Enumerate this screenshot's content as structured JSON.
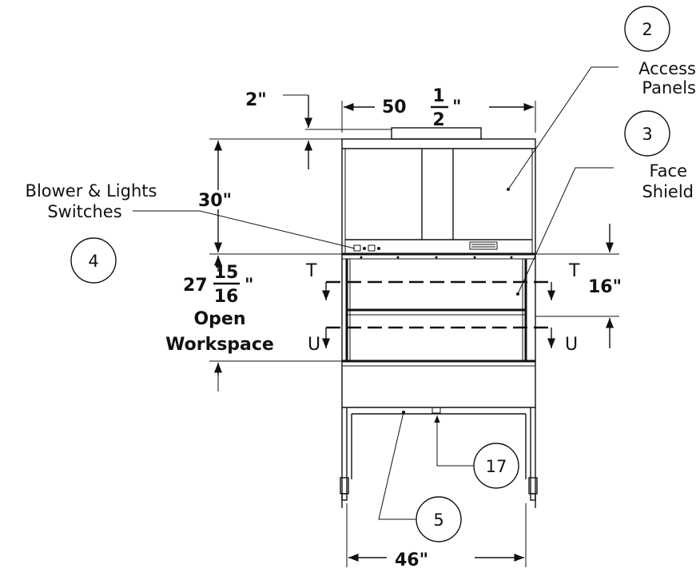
{
  "callouts": {
    "c2": "2",
    "c3": "3",
    "c4": "4",
    "c5": "5",
    "c17": "17"
  },
  "labels": {
    "access_1": "Access",
    "access_2": "Panels",
    "face_1": "Face",
    "face_2": "Shield",
    "blower_1": "Blower & Lights",
    "blower_2": "Switches",
    "open": "Open",
    "workspace": "Workspace"
  },
  "dimensions": {
    "top_gap": "2\"",
    "width_top_whole": "50",
    "width_top_num": "1",
    "width_top_den": "2",
    "width_top_unit": "\"",
    "height_upper": "30\"",
    "height_open_whole": "27",
    "height_open_num": "15",
    "height_open_den": "16",
    "height_open_unit": "\"",
    "sash": "16\"",
    "width_bottom": "46\""
  },
  "sections": {
    "t_left": "T",
    "t_right": "T",
    "u_left": "U",
    "u_right": "U"
  }
}
